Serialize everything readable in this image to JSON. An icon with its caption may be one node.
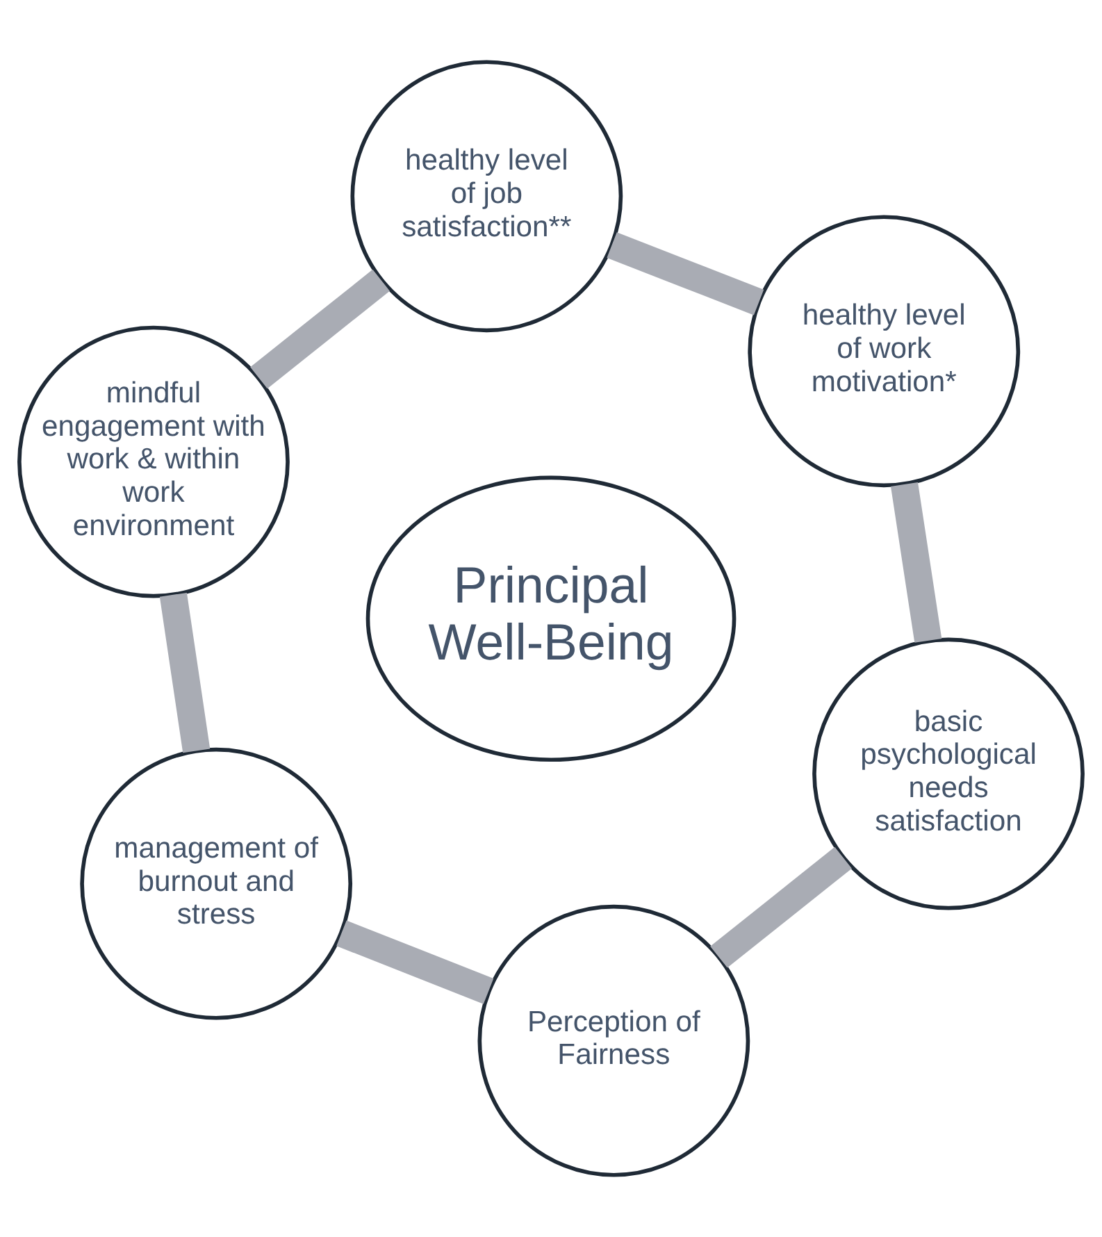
{
  "diagram": {
    "nodes": [
      {
        "text": [
          "basic psychological needs satisfaction"
        ]
      },
      {
        "text": [
          "Perception of Fairness"
        ]
      },
      {
        "text": [
          "healthy level of work motivation*"
        ]
      },
      {
        "text": [
          "Principal Well-Being"
        ]
      },
      {
        "text": [
          "healthy level of job satisfaction**"
        ]
      },
      {
        "text": [
          "management of burnout and stress"
        ]
      },
      {
        "text": [
          "mindful engagement with work & within work environment"
        ]
      }
    ],
    "edges": [
      {
        "from": 0,
        "to": 2,
        "arrow": "none"
      },
      {
        "from": 2,
        "to": 4,
        "arrow": "none"
      },
      {
        "from": 4,
        "to": 6,
        "arrow": "none"
      },
      {
        "from": 6,
        "to": 5,
        "arrow": "none"
      },
      {
        "from": 5,
        "to": 1,
        "arrow": "none"
      },
      {
        "from": 1,
        "to": 0,
        "arrow": "none"
      }
    ]
  }
}
